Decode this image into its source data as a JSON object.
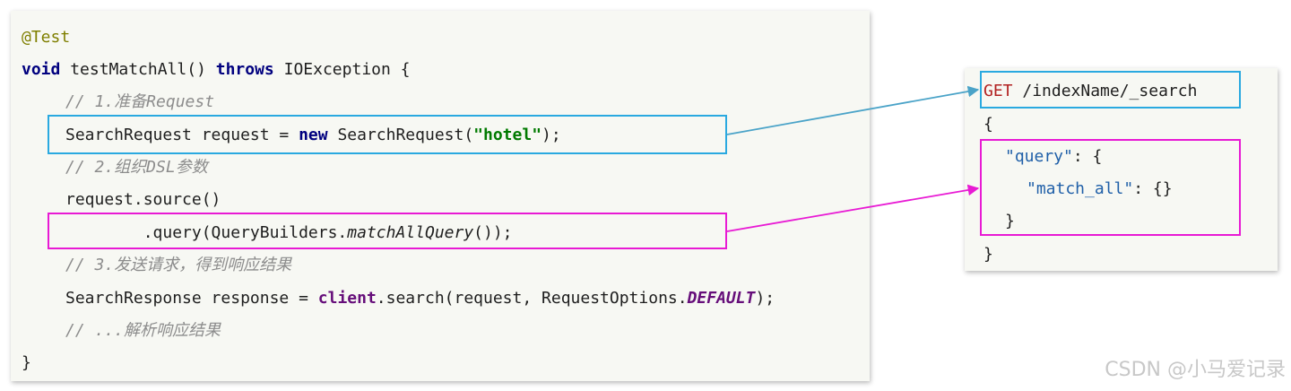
{
  "java_code": {
    "annotation": "@Test",
    "sig_void": "void",
    "sig_name": " testMatchAll() ",
    "sig_throws": "throws",
    "sig_tail": " IOException {",
    "comment_1": "// 1.准备Request",
    "l_req_type": "SearchRequest request = ",
    "l_req_new": "new",
    "l_req_call": " SearchRequest(",
    "l_req_str": "\"hotel\"",
    "l_req_end": ");",
    "comment_2": "// 2.组织DSL参数",
    "l_source": "request.source()",
    "l_query_a": "        .query(QueryBuilders.",
    "l_query_method": "matchAllQuery",
    "l_query_end": "());",
    "comment_3": "// 3.发送请求，得到响应结果",
    "l_resp_a": "SearchResponse response = ",
    "l_resp_client": "client",
    "l_resp_b": ".search(request, RequestOptions.",
    "l_resp_const": "DEFAULT",
    "l_resp_end": ");",
    "comment_4": "// ...解析响应结果",
    "close": "}"
  },
  "dsl_request": {
    "method": "GET",
    "path": " /indexName/_search",
    "open": "{",
    "query_key": "\"query\"",
    "query_tail": ": {",
    "match_all_key": "\"match_all\"",
    "match_all_tail": ": {}",
    "inner_close": "}",
    "close": "}"
  },
  "colors": {
    "highlight_blue": "#2aa9e0",
    "highlight_magenta": "#e81ad4"
  },
  "watermark": "CSDN @小马爱记录"
}
